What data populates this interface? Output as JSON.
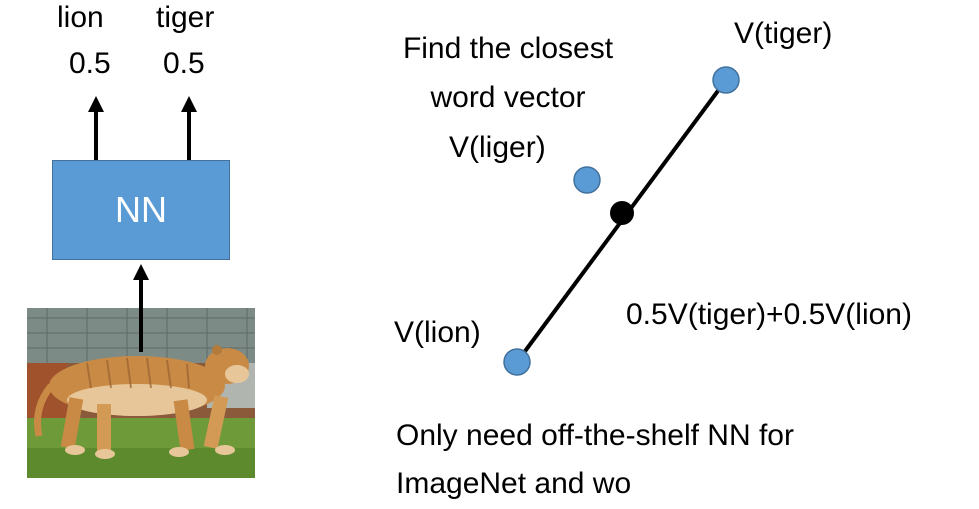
{
  "output_labels": [
    {
      "word": "lion",
      "score": "0.5"
    },
    {
      "word": "tiger",
      "score": "0.5"
    }
  ],
  "network_label": "NN",
  "find_closest_text": [
    "Find the closest",
    "word vector"
  ],
  "vectors": {
    "tiger": "V(tiger)",
    "liger": "V(liger)",
    "lion": "V(lion)",
    "combination": "0.5V(tiger)+0.5V(lion)"
  },
  "footer_lines": [
    "Only need off-the-shelf NN for",
    "ImageNet and wo"
  ],
  "colors": {
    "box_fill": "#5b9bd5",
    "point_fill": "#5b9bd5",
    "midpoint": "#000000"
  }
}
